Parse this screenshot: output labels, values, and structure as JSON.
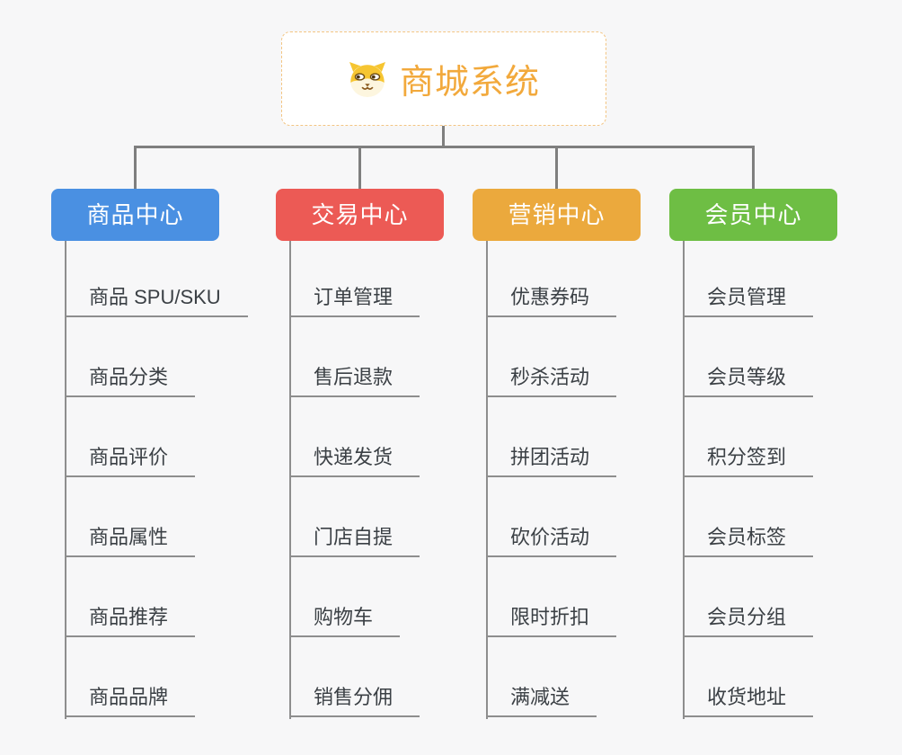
{
  "root": {
    "title": "商城系统",
    "icon": "dog-face-icon",
    "accent_color": "#F2A93C",
    "border_color": "#F3C583",
    "background": "#FFFFFF"
  },
  "branches": [
    {
      "label": "商品中心",
      "color": "#4A90E2",
      "children": [
        "商品 SPU/SKU",
        "商品分类",
        "商品评价",
        "商品属性",
        "商品推荐",
        "商品品牌"
      ]
    },
    {
      "label": "交易中心",
      "color": "#EC5A55",
      "children": [
        "订单管理",
        "售后退款",
        "快递发货",
        "门店自提",
        "购物车",
        "销售分佣"
      ]
    },
    {
      "label": "营销中心",
      "color": "#EBA93D",
      "children": [
        "优惠券码",
        "秒杀活动",
        "拼团活动",
        "砍价活动",
        "限时折扣",
        "满减送"
      ]
    },
    {
      "label": "会员中心",
      "color": "#6EBE44",
      "children": [
        "会员管理",
        "会员等级",
        "积分签到",
        "会员标签",
        "会员分组",
        "收货地址"
      ]
    }
  ],
  "connector_color": "#7F7F7F",
  "tree_line_color": "#8E8E8E",
  "background_color": "#F7F7F8"
}
